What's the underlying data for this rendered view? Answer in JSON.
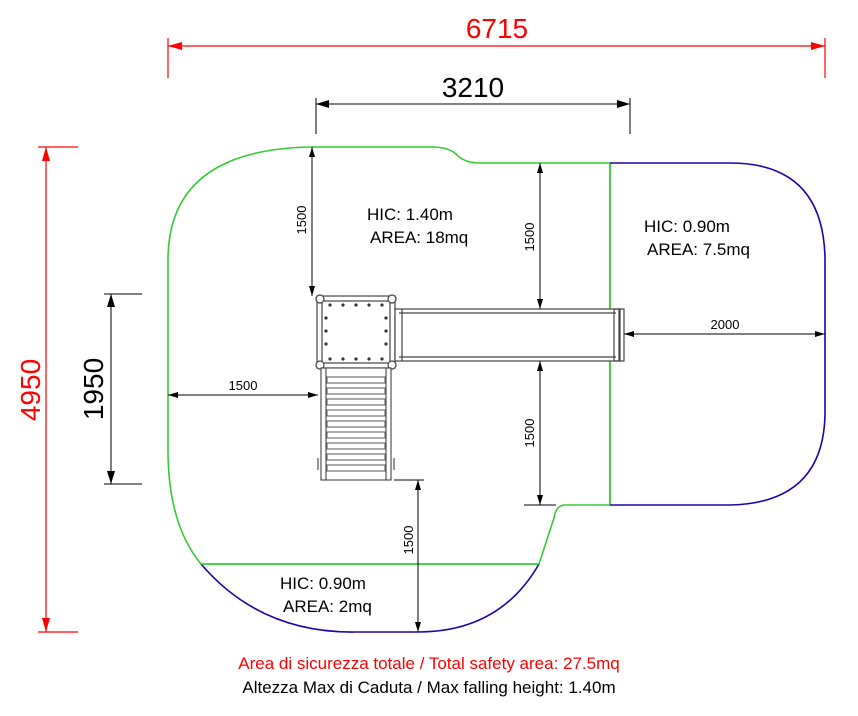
{
  "colors": {
    "dimension_red": "#ff0000",
    "dimension_black": "#000000",
    "area_high": "#33cc33",
    "area_low": "#2200aa",
    "equipment": "#555555"
  },
  "dimensions": {
    "overall_width": "6715",
    "overall_height": "4950",
    "structure_width": "3210",
    "side_depth": "1950",
    "clearance_top": "1500",
    "clearance_left": "1500",
    "clearance_bottom": "1500",
    "slide_clearance_top": "1500",
    "slide_clearance_bottom": "1500",
    "slide_exit": "2000"
  },
  "zones": [
    {
      "id": "main",
      "hic": "HIC: 1.40m",
      "area": "AREA: 18mq"
    },
    {
      "id": "slide-exit",
      "hic": "HIC: 0.90m",
      "area": "AREA: 7.5mq"
    },
    {
      "id": "ladder-exit",
      "hic": "HIC: 0.90m",
      "area": "AREA: 2mq"
    }
  ],
  "captions": {
    "total_area": "Area di sicurezza totale / Total safety area: 27.5mq",
    "max_height": "Altezza Max di Caduta / Max falling height: 1.40m"
  }
}
